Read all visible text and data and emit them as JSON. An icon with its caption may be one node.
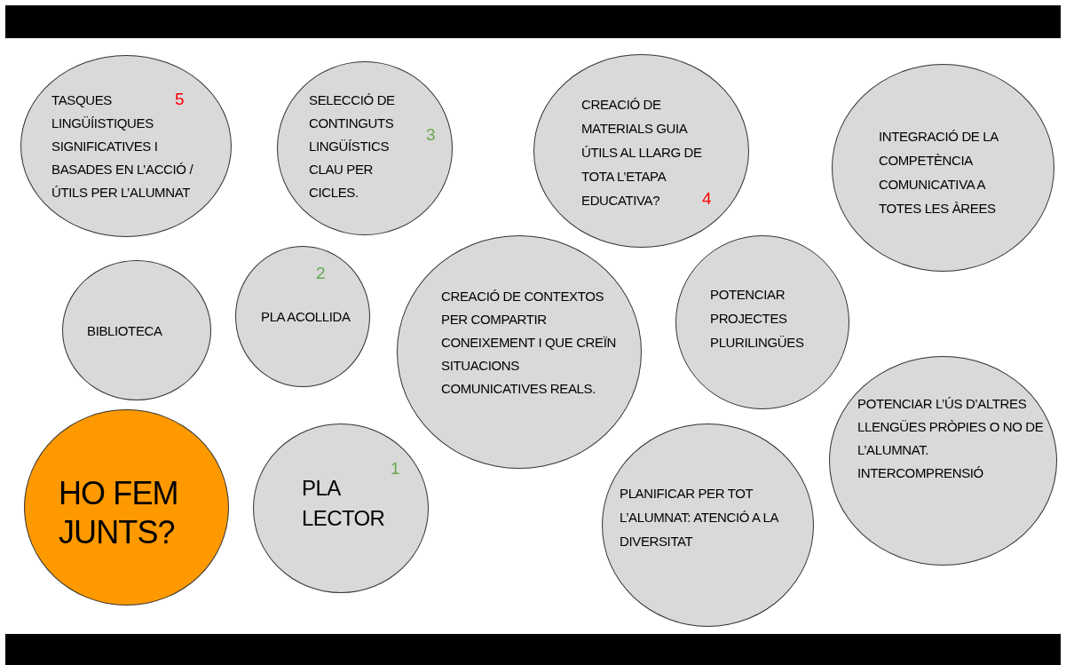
{
  "diagram": {
    "nodes": [
      {
        "text": [],
        "shape": "bar"
      },
      {
        "text": [
          "TASQUES LINGÜÍISTIQUES SIGNIFICATIVES I BASADES EN L’ACCIÓ / ÚTILS PER L’ALUMNAT",
          "5"
        ]
      },
      {
        "text": [
          "SELECCIÓ DE CONTINGUTS LINGÜÍSTICS CLAU PER CICLES.",
          "3"
        ]
      },
      {
        "text": [
          "CREACIÓ DE MATERIALS GUIA ÚTILS AL LLARG DE TOTA L’ETAPA EDUCATIVA?",
          "4"
        ]
      },
      {
        "text": [
          "INTEGRACIÓ DE LA COMPETÈNCIA COMUNICATIVA A TOTES LES ÀREES"
        ]
      },
      {
        "text": [
          "BIBLIOTECA"
        ]
      },
      {
        "text": [
          "2",
          "PLA ACOLLIDA"
        ]
      },
      {
        "text": [
          "CREACIÓ DE CONTEXTOS PER COMPARTIR CONEIXEMENT I QUE CREÏN SITUACIONS COMUNICATIVES REALS."
        ]
      },
      {
        "text": [
          "POTENCIAR PROJECTES PLURILINGÜES"
        ]
      },
      {
        "text": [
          "HO FEM JUNTS?"
        ]
      },
      {
        "text": [
          "1",
          "PLA LECTOR"
        ]
      },
      {
        "text": [
          "PLANIFICAR PER TOT L’ALUMNAT: ATENCIÓ A LA DIVERSITAT"
        ]
      },
      {
        "text": [
          "POTENCIAR L’ÚS D’ALTRES LLENGÜES PRÒPIES O NO DE L’ALUMNAT. INTERCOMPRENSIÓ"
        ]
      },
      {
        "text": [],
        "shape": "bar"
      }
    ]
  }
}
